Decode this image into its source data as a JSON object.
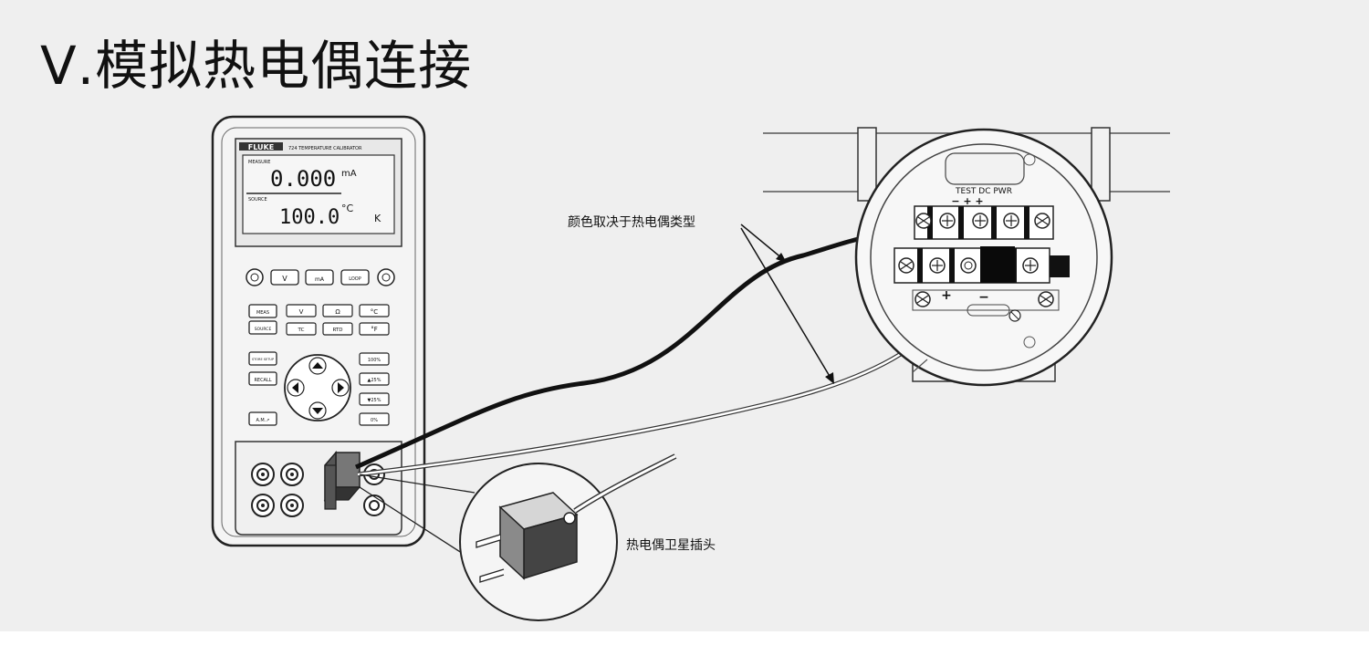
{
  "title": "Ⅴ.模拟热电偶连接",
  "calibrator": {
    "brand": "FLUKE",
    "model_line": "724 TEMPERATURE CALIBRATOR",
    "measure_label": "MEASURE",
    "source_label": "SOURCE",
    "reading_top": "0.000",
    "unit_top": "mA",
    "reading_bottom": "100.0",
    "unit_bottom": "°C",
    "unit_k": "K",
    "keys": {
      "v": "V",
      "ma": "mA",
      "loop": "LOOP",
      "meas": "MEAS",
      "source": "SOURCE",
      "v2": "V",
      "ohm": "Ω",
      "degc": "°C",
      "tc": "TC",
      "rtd": "RTD",
      "degf": "°F",
      "store": "STORE SETUP",
      "recall": "RECALL",
      "pct100": "100%",
      "up25": "▲25%",
      "down25": "▼25%",
      "pct0": "0%",
      "auto": "A.M.↗"
    }
  },
  "transmitter": {
    "terminal_label": "TEST DC PWR",
    "polarity_top": "− + +",
    "plus": "+",
    "minus": "−"
  },
  "annotations": {
    "wire_color": "颜色取决于热电偶类型",
    "plug": "热电偶卫星插头"
  }
}
